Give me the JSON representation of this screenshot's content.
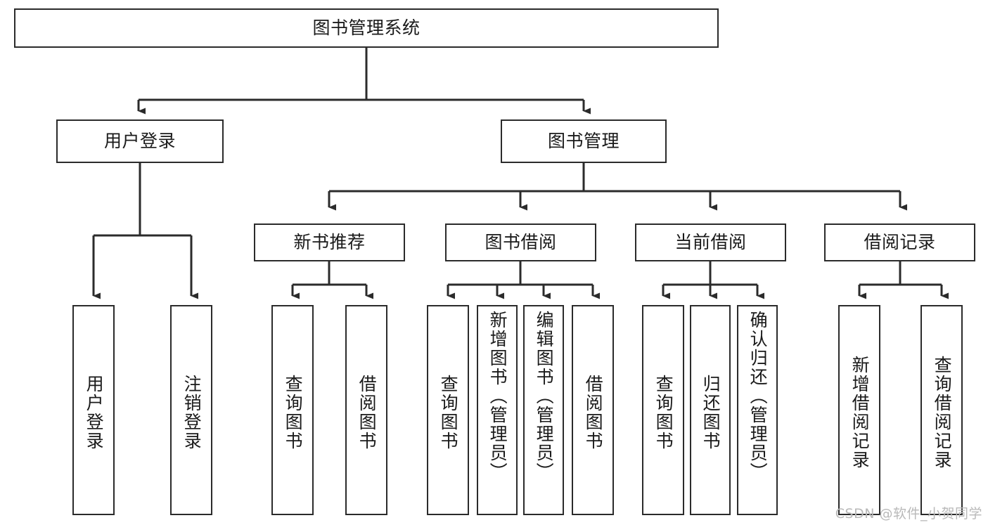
{
  "diagram": {
    "title": "图书管理系统",
    "type": "hierarchy-tree",
    "orientation": "top-down",
    "colors": {
      "box_border": "#2b2b2b",
      "box_fill": "#ffffff",
      "connector": "#2b2b2b",
      "text": "#1a1a1a",
      "watermark": "#b9b9b9",
      "background": "#ffffff"
    },
    "root": {
      "label": "图书管理系统"
    },
    "level1": [
      {
        "label": "用户登录"
      },
      {
        "label": "图书管理"
      }
    ],
    "level2": [
      {
        "label": "新书推荐",
        "parent": "图书管理"
      },
      {
        "label": "图书借阅",
        "parent": "图书管理"
      },
      {
        "label": "当前借阅",
        "parent": "图书管理"
      },
      {
        "label": "借阅记录",
        "parent": "图书管理"
      }
    ],
    "leaves": {
      "user_login": [
        {
          "label": "用户登录"
        },
        {
          "label": "注销登录"
        }
      ],
      "new_book_recommend": [
        {
          "label": "查询图书"
        },
        {
          "label": "借阅图书"
        }
      ],
      "book_borrow": [
        {
          "label": "查询图书"
        },
        {
          "label": "新增图书（管理员）"
        },
        {
          "label": "编辑图书（管理员）"
        },
        {
          "label": "借阅图书"
        }
      ],
      "current_borrow": [
        {
          "label": "查询图书"
        },
        {
          "label": "归还图书"
        },
        {
          "label": "确认归还（管理员）"
        }
      ],
      "borrow_records": [
        {
          "label": "新增借阅记录"
        },
        {
          "label": "查询借阅记录"
        }
      ]
    }
  },
  "watermark": {
    "text": "CSDN @软件_小贺同学"
  }
}
